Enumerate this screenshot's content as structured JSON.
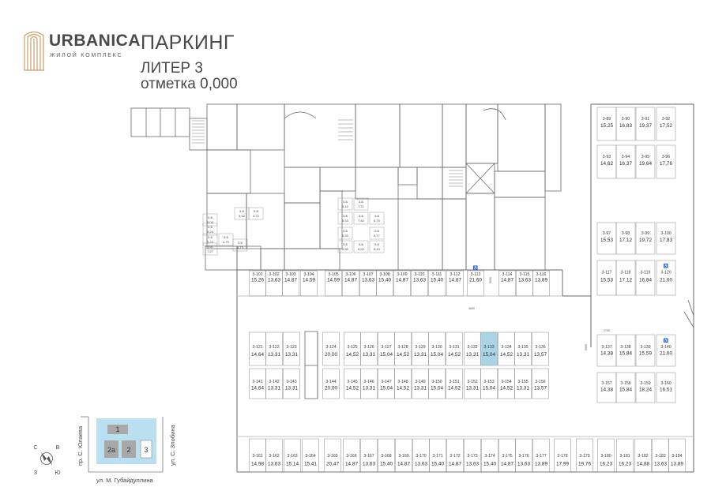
{
  "header": {
    "brand": "URBANICA",
    "brand_sub": "ЖИЛОЙ КОМПЛЕКС",
    "title": "ПАРКИНГ",
    "line1": "ЛИТЕР 3",
    "line2": "отметка 0,000"
  },
  "colors": {
    "selected": "#a8d4e6",
    "accent": "#c8a06a",
    "key_blue": "#b9dff0",
    "key_gray": "#a8a8a8"
  },
  "storage_units": [
    {
      "id": "3-Б",
      "area": "5,32"
    },
    {
      "id": "3-Б",
      "area": "4,72"
    },
    {
      "id": "3-Б",
      "area": "5,03"
    },
    {
      "id": "3-Б",
      "area": "5,24"
    },
    {
      "id": "3-Б",
      "area": "5,24"
    },
    {
      "id": "3-Б",
      "area": "4,75"
    },
    {
      "id": "3-Б",
      "area": "4,73"
    },
    {
      "id": "3-Б",
      "area": "7,27"
    },
    {
      "id": "3-Б",
      "area": "6,10"
    },
    {
      "id": "3-Б",
      "area": "7,71"
    },
    {
      "id": "3-Б",
      "area": "5,33"
    },
    {
      "id": "3-Б",
      "area": "7,40"
    },
    {
      "id": "3-Б",
      "area": "6,75"
    },
    {
      "id": "3-Б",
      "area": "5,33"
    },
    {
      "id": "3-Б",
      "area": "5,77"
    },
    {
      "id": "3-Б",
      "area": "6,90"
    },
    {
      "id": "3-Б",
      "area": "8,02"
    },
    {
      "id": "3-Б",
      "area": "8,13"
    }
  ],
  "rows": [
    [
      {
        "num": "3-89",
        "area": "15,25"
      },
      {
        "num": "3-90",
        "area": "16,83"
      },
      {
        "num": "3-91",
        "area": "19,37"
      },
      {
        "num": "3-92",
        "area": "17,52"
      }
    ],
    [
      {
        "num": "3-93",
        "area": "14,62"
      },
      {
        "num": "3-94",
        "area": "16,37"
      },
      {
        "num": "3-95",
        "area": "19,64"
      },
      {
        "num": "3-96",
        "area": "17,76"
      }
    ],
    [
      {
        "num": "3-97",
        "area": "15,53"
      },
      {
        "num": "3-98",
        "area": "17,12"
      },
      {
        "num": "3-99",
        "area": "19,72"
      },
      {
        "num": "3-100",
        "area": "17,83"
      }
    ],
    [
      {
        "num": "3-101",
        "area": "15,26"
      },
      {
        "num": "3-102",
        "area": "13,63"
      },
      {
        "num": "3-103",
        "area": "14,87"
      },
      {
        "num": "3-104",
        "area": "14,59"
      },
      {
        "num": "3-105",
        "area": "14,59"
      },
      {
        "num": "3-106",
        "area": "14,87"
      },
      {
        "num": "3-107",
        "area": "13,63"
      },
      {
        "num": "3-108",
        "area": "15,40"
      },
      {
        "num": "3-109",
        "area": "14,87"
      },
      {
        "num": "3-110",
        "area": "13,63"
      },
      {
        "num": "3-111",
        "area": "15,40"
      },
      {
        "num": "3-112",
        "area": "14,87"
      },
      {
        "num": "3-113",
        "area": "21,60",
        "accessible": true
      },
      {
        "num": "3-114",
        "area": "14,87"
      },
      {
        "num": "3-115",
        "area": "13,63"
      },
      {
        "num": "3-116",
        "area": "13,89"
      }
    ],
    [
      {
        "num": "3-117",
        "area": "15,53"
      },
      {
        "num": "3-118",
        "area": "17,12"
      },
      {
        "num": "3-119",
        "area": "16,84"
      },
      {
        "num": "3-120",
        "area": "21,60",
        "accessible": true
      }
    ],
    [
      {
        "num": "3-121",
        "area": "14,64"
      },
      {
        "num": "3-122",
        "area": "13,31"
      },
      {
        "num": "3-123",
        "area": "13,31"
      },
      {
        "num": "3-124",
        "area": "20,00"
      },
      {
        "num": "3-125",
        "area": "14,52"
      },
      {
        "num": "3-126",
        "area": "13,31"
      },
      {
        "num": "3-127",
        "area": "15,04"
      },
      {
        "num": "3-128",
        "area": "14,52"
      },
      {
        "num": "3-129",
        "area": "13,31"
      },
      {
        "num": "3-130",
        "area": "15,04"
      },
      {
        "num": "3-131",
        "area": "14,52"
      },
      {
        "num": "3-132",
        "area": "13,31"
      },
      {
        "num": "3-133",
        "area": "15,04",
        "selected": true
      },
      {
        "num": "3-134",
        "area": "14,52"
      },
      {
        "num": "3-135",
        "area": "13,31"
      },
      {
        "num": "3-136",
        "area": "13,57"
      }
    ],
    [
      {
        "num": "3-137",
        "area": "14,38"
      },
      {
        "num": "3-138",
        "area": "15,84"
      },
      {
        "num": "3-139",
        "area": "15,59"
      },
      {
        "num": "3-140",
        "area": "21,60",
        "accessible": true
      }
    ],
    [
      {
        "num": "3-141",
        "area": "14,64"
      },
      {
        "num": "3-142",
        "area": "13,31"
      },
      {
        "num": "3-143",
        "area": "13,31"
      },
      {
        "num": "3-144",
        "area": "20,00"
      },
      {
        "num": "3-145",
        "area": "14,52"
      },
      {
        "num": "3-146",
        "area": "13,31"
      },
      {
        "num": "3-147",
        "area": "15,04"
      },
      {
        "num": "3-148",
        "area": "14,52"
      },
      {
        "num": "3-149",
        "area": "13,31"
      },
      {
        "num": "3-150",
        "area": "15,04"
      },
      {
        "num": "3-151",
        "area": "14,52"
      },
      {
        "num": "3-152",
        "area": "13,31"
      },
      {
        "num": "3-153",
        "area": "15,04"
      },
      {
        "num": "3-154",
        "area": "14,52"
      },
      {
        "num": "3-155",
        "area": "13,31"
      },
      {
        "num": "3-156",
        "area": "13,57"
      }
    ],
    [
      {
        "num": "3-157",
        "area": "14,38"
      },
      {
        "num": "3-158",
        "area": "15,84"
      },
      {
        "num": "3-159",
        "area": "18,24"
      },
      {
        "num": "3-160",
        "area": "16,51"
      }
    ],
    [
      {
        "num": "3-161",
        "area": "14,98"
      },
      {
        "num": "3-162",
        "area": "13,63"
      },
      {
        "num": "3-163",
        "area": "15,14"
      },
      {
        "num": "3-164",
        "area": "15,41"
      },
      {
        "num": "3-165",
        "area": "20,47"
      },
      {
        "num": "3-166",
        "area": "14,87"
      },
      {
        "num": "3-167",
        "area": "13,63"
      },
      {
        "num": "3-168",
        "area": "15,40"
      },
      {
        "num": "3-169",
        "area": "14,87"
      },
      {
        "num": "3-170",
        "area": "13,63"
      },
      {
        "num": "3-171",
        "area": "15,40"
      },
      {
        "num": "3-172",
        "area": "14,87"
      },
      {
        "num": "3-173",
        "area": "13,63"
      },
      {
        "num": "3-174",
        "area": "15,40"
      },
      {
        "num": "3-175",
        "area": "14,87"
      },
      {
        "num": "3-176",
        "area": "13,63"
      },
      {
        "num": "3-177",
        "area": "13,89"
      },
      {
        "num": "3-178",
        "area": "17,99"
      },
      {
        "num": "3-179",
        "area": "19,76"
      },
      {
        "num": "3-180",
        "area": "16,23"
      },
      {
        "num": "3-181",
        "area": "16,23"
      },
      {
        "num": "3-182",
        "area": "14,88"
      },
      {
        "num": "3-183",
        "area": "13,63"
      },
      {
        "num": "3-184",
        "area": "13,89"
      }
    ]
  ],
  "dimensions": [
    "3600",
    "5600",
    "2750",
    "5600"
  ],
  "streets": {
    "left": "пр. С. Юлаева",
    "right": "ул. С. Злобина",
    "bottom": "ул. М. Губайдуллина"
  },
  "compass": {
    "n": "С",
    "e": "В",
    "s": "Ю",
    "w": "З"
  },
  "key_plan": {
    "b1": "1",
    "b2a": "2а",
    "b2": "2",
    "b3": "3"
  }
}
